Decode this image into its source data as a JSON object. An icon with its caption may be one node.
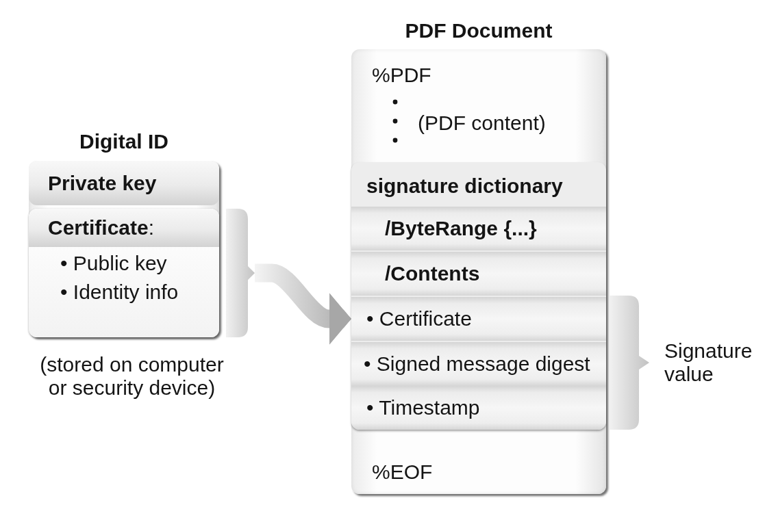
{
  "diagram": {
    "nodes": [
      {
        "text": [
          "Digital ID"
        ],
        "beside": [
          "(stored on computer or security device)"
        ]
      },
      {
        "text": [
          "Private key"
        ],
        "in": 0
      },
      {
        "text": [
          "**Certificate**:",
          "• Public key",
          "• Identity info"
        ],
        "in": 0
      },
      {
        "text": [
          "PDF Document",
          "%PDF",
          "(PDF content)",
          "%EOF"
        ]
      },
      {
        "text": [
          "signature dictionary"
        ],
        "in": 3
      },
      {
        "text": [
          "/ByteRange {...}"
        ],
        "in": 4
      },
      {
        "text": [
          "/Contents"
        ],
        "in": 4
      },
      {
        "text": [
          "• Certificate"
        ],
        "in": 4
      },
      {
        "text": [
          "• Signed message digest"
        ],
        "in": 4
      },
      {
        "text": [
          "• Timestamp"
        ],
        "in": 4
      },
      {
        "text": [],
        "shape": "bracket"
      },
      {
        "text": [],
        "shape": "bracket",
        "beside": [
          "Signature value"
        ]
      }
    ],
    "edges": [
      {
        "from": 10,
        "to": 7,
        "arrow": "to",
        "style": "thick"
      }
    ]
  }
}
